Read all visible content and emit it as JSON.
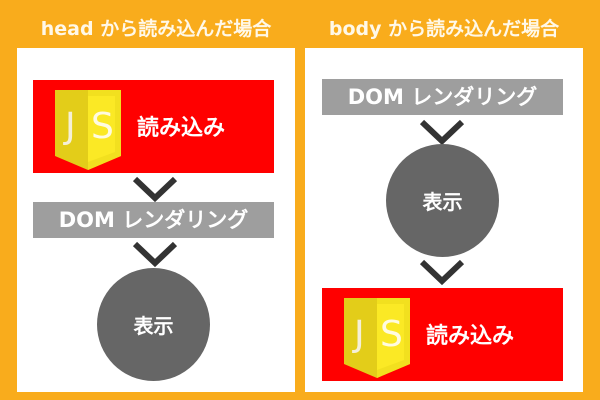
{
  "colors": {
    "background": "#f9ac1c",
    "panel": "#ffffff",
    "load_box": "#ff0000",
    "dom_bar": "#9e9e9e",
    "display_circle": "#666666",
    "js_shield": "#e8d21a",
    "arrow": "#333333"
  },
  "left": {
    "title": "head から読み込んだ場合",
    "steps": [
      {
        "type": "js-load",
        "icon": "js-shield-icon",
        "icon_text": "JS",
        "label": "読み込み"
      },
      {
        "type": "dom-render",
        "label": "DOM レンダリング"
      },
      {
        "type": "display",
        "label": "表示"
      }
    ]
  },
  "right": {
    "title": "body から読み込んだ場合",
    "steps": [
      {
        "type": "dom-render",
        "label": "DOM レンダリング"
      },
      {
        "type": "display",
        "label": "表示"
      },
      {
        "type": "js-load",
        "icon": "js-shield-icon",
        "icon_text": "JS",
        "label": "読み込み"
      }
    ]
  }
}
